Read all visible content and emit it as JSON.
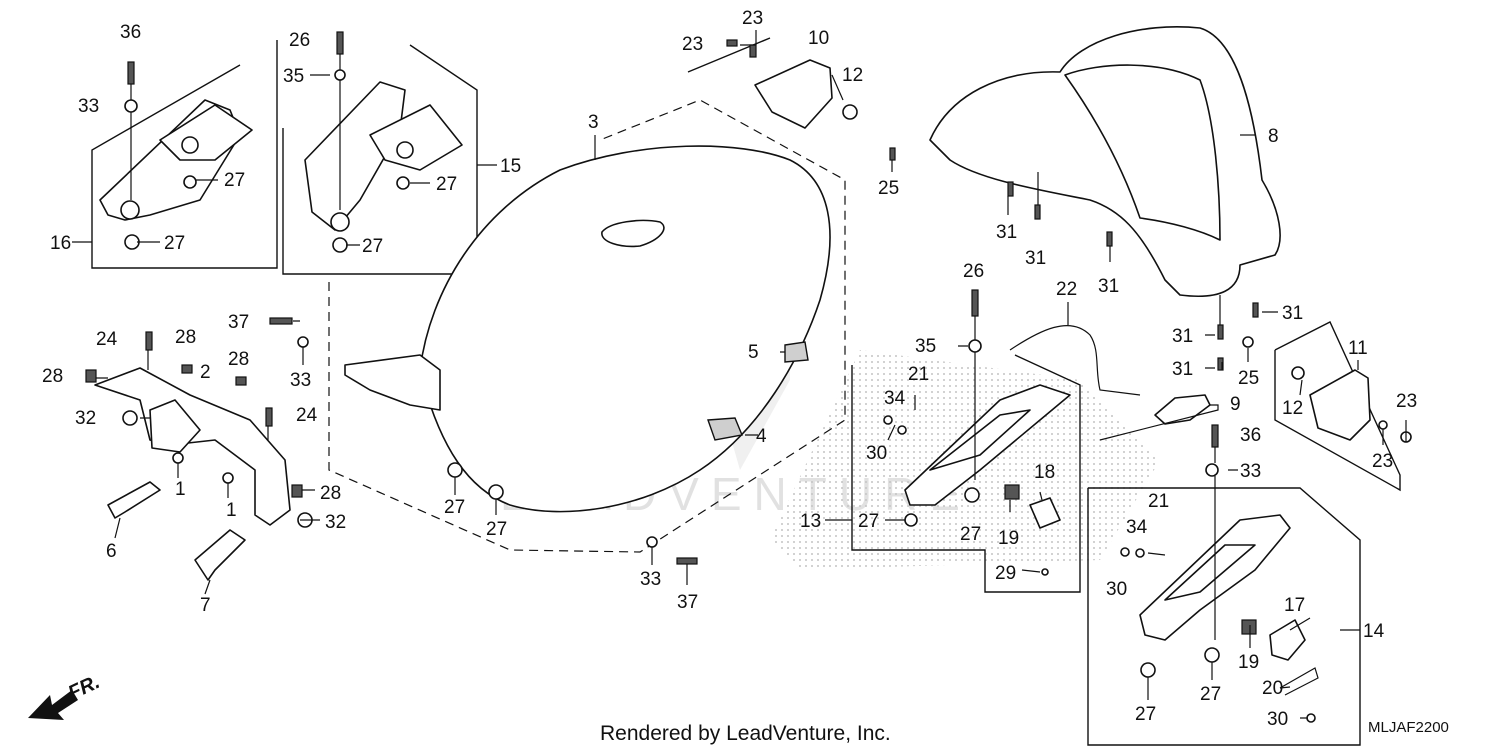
{
  "diagram": {
    "footer_text": "Rendered by LeadVenture, Inc.",
    "diagram_code": "MLJAF2200",
    "front_arrow_label": "FR.",
    "watermark_text": "LEADVENTURE"
  },
  "callouts": [
    {
      "id": "c36a",
      "label": "36"
    },
    {
      "id": "c33a",
      "label": "33"
    },
    {
      "id": "c27a",
      "label": "27"
    },
    {
      "id": "c16",
      "label": "16"
    },
    {
      "id": "c27b",
      "label": "27"
    },
    {
      "id": "c26a",
      "label": "26"
    },
    {
      "id": "c35a",
      "label": "35"
    },
    {
      "id": "c27c",
      "label": "27"
    },
    {
      "id": "c15",
      "label": "15"
    },
    {
      "id": "c27d",
      "label": "27"
    },
    {
      "id": "c3",
      "label": "3"
    },
    {
      "id": "c23a",
      "label": "23"
    },
    {
      "id": "c23b",
      "label": "23"
    },
    {
      "id": "c10",
      "label": "10"
    },
    {
      "id": "c12a",
      "label": "12"
    },
    {
      "id": "c25a",
      "label": "25"
    },
    {
      "id": "c8",
      "label": "8"
    },
    {
      "id": "c31a",
      "label": "31"
    },
    {
      "id": "c31b",
      "label": "31"
    },
    {
      "id": "c31c",
      "label": "31"
    },
    {
      "id": "c31d",
      "label": "31"
    },
    {
      "id": "c31e",
      "label": "31"
    },
    {
      "id": "c31f",
      "label": "31"
    },
    {
      "id": "c25b",
      "label": "25"
    },
    {
      "id": "c11",
      "label": "11"
    },
    {
      "id": "c12b",
      "label": "12"
    },
    {
      "id": "c23c",
      "label": "23"
    },
    {
      "id": "c23d",
      "label": "23"
    },
    {
      "id": "c24a",
      "label": "24"
    },
    {
      "id": "c28a",
      "label": "28"
    },
    {
      "id": "c28b",
      "label": "28"
    },
    {
      "id": "c28c",
      "label": "28"
    },
    {
      "id": "c2",
      "label": "2"
    },
    {
      "id": "c32a",
      "label": "32"
    },
    {
      "id": "c24b",
      "label": "24"
    },
    {
      "id": "c1a",
      "label": "1"
    },
    {
      "id": "c1b",
      "label": "1"
    },
    {
      "id": "c28d",
      "label": "28"
    },
    {
      "id": "c32b",
      "label": "32"
    },
    {
      "id": "c6",
      "label": "6"
    },
    {
      "id": "c7",
      "label": "7"
    },
    {
      "id": "c37a",
      "label": "37"
    },
    {
      "id": "c33b",
      "label": "33"
    },
    {
      "id": "c27e",
      "label": "27"
    },
    {
      "id": "c27f",
      "label": "27"
    },
    {
      "id": "c5",
      "label": "5"
    },
    {
      "id": "c4",
      "label": "4"
    },
    {
      "id": "c33c",
      "label": "33"
    },
    {
      "id": "c37b",
      "label": "37"
    },
    {
      "id": "c26b",
      "label": "26"
    },
    {
      "id": "c22",
      "label": "22"
    },
    {
      "id": "c35b",
      "label": "35"
    },
    {
      "id": "c21a",
      "label": "21"
    },
    {
      "id": "c34a",
      "label": "34"
    },
    {
      "id": "c30a",
      "label": "30"
    },
    {
      "id": "c9",
      "label": "9"
    },
    {
      "id": "c18",
      "label": "18"
    },
    {
      "id": "c13",
      "label": "13"
    },
    {
      "id": "c27g",
      "label": "27"
    },
    {
      "id": "c27h",
      "label": "27"
    },
    {
      "id": "c19a",
      "label": "19"
    },
    {
      "id": "c29",
      "label": "29"
    },
    {
      "id": "c36b",
      "label": "36"
    },
    {
      "id": "c33d",
      "label": "33"
    },
    {
      "id": "c21b",
      "label": "21"
    },
    {
      "id": "c34b",
      "label": "34"
    },
    {
      "id": "c30b",
      "label": "30"
    },
    {
      "id": "c17",
      "label": "17"
    },
    {
      "id": "c14",
      "label": "14"
    },
    {
      "id": "c19b",
      "label": "19"
    },
    {
      "id": "c27i",
      "label": "27"
    },
    {
      "id": "c27j",
      "label": "27"
    },
    {
      "id": "c20",
      "label": "20"
    },
    {
      "id": "c30c",
      "label": "30"
    }
  ]
}
